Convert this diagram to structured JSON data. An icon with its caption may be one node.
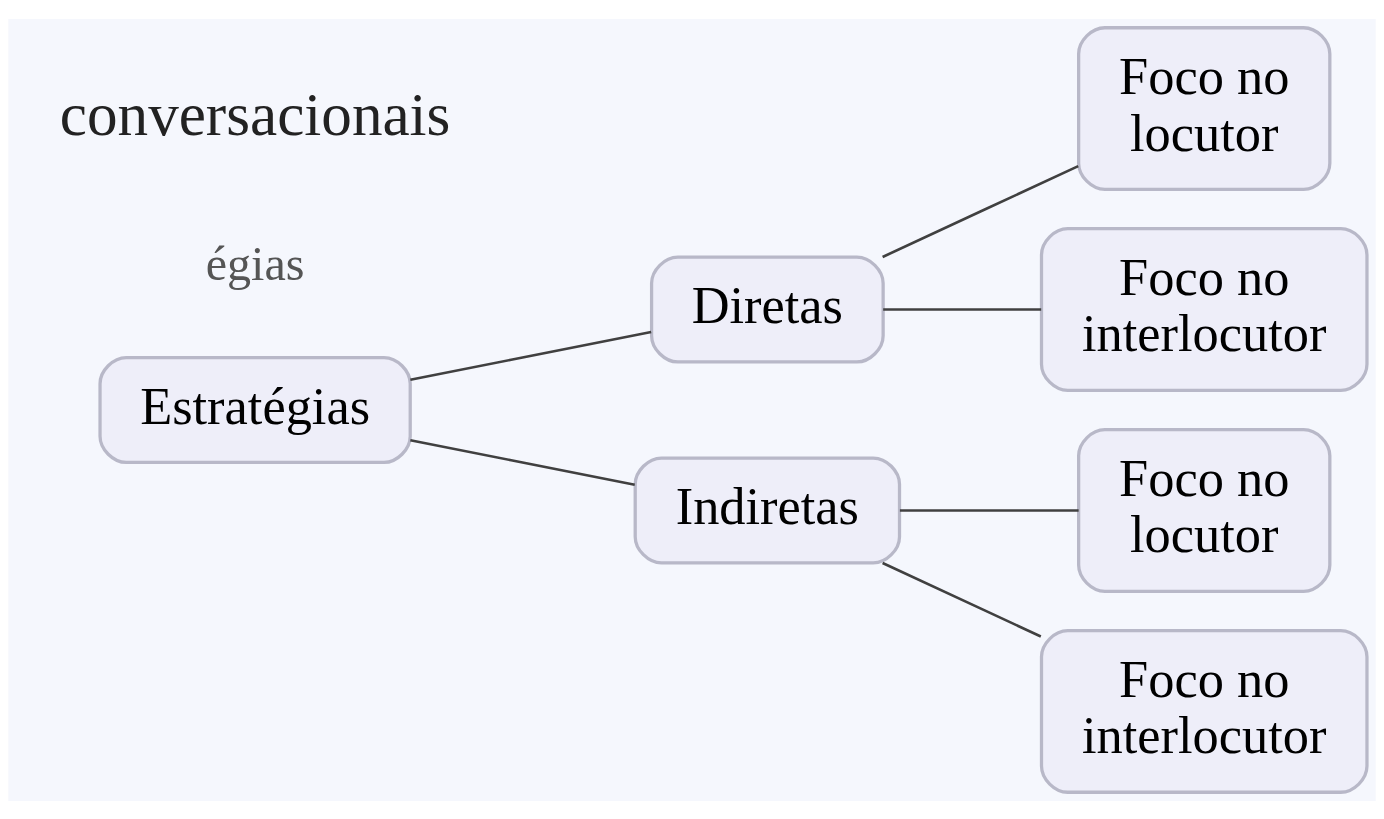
{
  "diagram": {
    "nodes": [
      {
        "text": [
          "Estratégias"
        ]
      },
      {
        "text": [
          "Diretas"
        ]
      },
      {
        "text": [
          "Foco no locutor"
        ]
      },
      {
        "text": [
          "Foco no interlocutor"
        ]
      },
      {
        "text": [
          "Indiretas"
        ]
      },
      {
        "text": [
          "Foco no locutor"
        ]
      },
      {
        "text": [
          "Foco no interlocutor"
        ]
      }
    ],
    "edges": [
      {
        "from": 0,
        "to": 1,
        "arrow": "none"
      },
      {
        "from": 0,
        "to": 4,
        "arrow": "none"
      },
      {
        "from": 1,
        "to": 2,
        "arrow": "none"
      },
      {
        "from": 1,
        "to": 3,
        "arrow": "none"
      },
      {
        "from": 4,
        "to": 5,
        "arrow": "none"
      },
      {
        "from": 4,
        "to": 6,
        "arrow": "none"
      }
    ],
    "labels": [
      "conversacionais",
      "égias"
    ]
  }
}
